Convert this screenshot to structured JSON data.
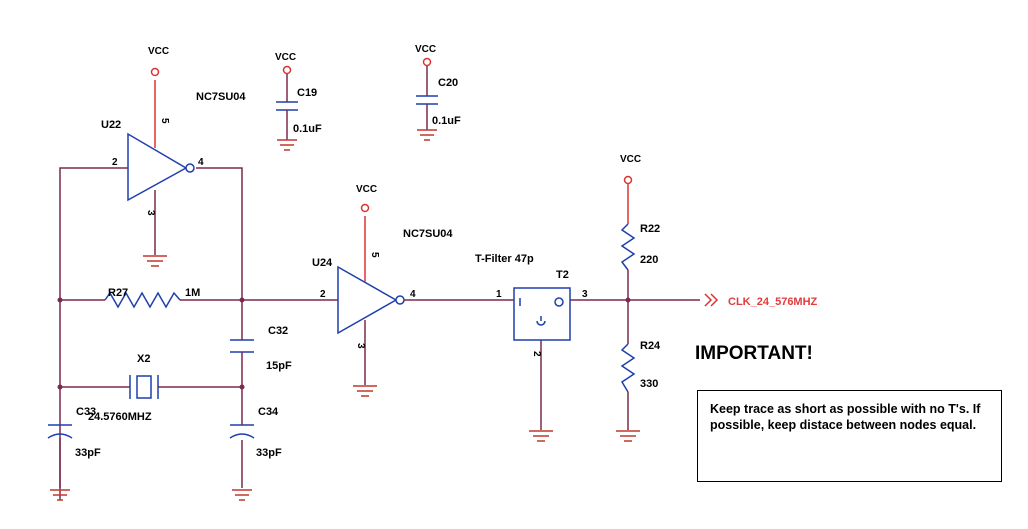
{
  "power": "VCC",
  "parts": {
    "u22": {
      "ref": "U22",
      "part": "NC7SU04",
      "pins": {
        "in": "2",
        "out": "4",
        "vcc": "5",
        "gnd": "3"
      }
    },
    "u24": {
      "ref": "U24",
      "part": "NC7SU04",
      "pins": {
        "in": "2",
        "out": "4",
        "vcc": "5",
        "gnd": "3"
      }
    },
    "c19": {
      "ref": "C19",
      "value": "0.1uF"
    },
    "c20": {
      "ref": "C20",
      "value": "0.1uF"
    },
    "r27": {
      "ref": "R27",
      "value": "1M"
    },
    "c32": {
      "ref": "C32",
      "value": "15pF"
    },
    "x2": {
      "ref": "X2",
      "value": "24.5760MHZ"
    },
    "c33": {
      "ref": "C33",
      "value": "33pF"
    },
    "c34": {
      "ref": "C34",
      "value": "33pF"
    },
    "t2": {
      "ref": "T2",
      "desc": "T-Filter 47p",
      "pins": {
        "p1": "1",
        "p2": "2",
        "p3": "3"
      }
    },
    "r22": {
      "ref": "R22",
      "value": "220"
    },
    "r24": {
      "ref": "R24",
      "value": "330"
    }
  },
  "net_label": "CLK_24_576MHZ",
  "important": "IMPORTANT!",
  "note": "Keep trace as short as possible with no T's. If possible, keep distace between nodes equal.",
  "colors": {
    "wire": "#7a2a4f",
    "component": "#1f3fae",
    "power": "#d33",
    "net": "#e03c3c"
  }
}
